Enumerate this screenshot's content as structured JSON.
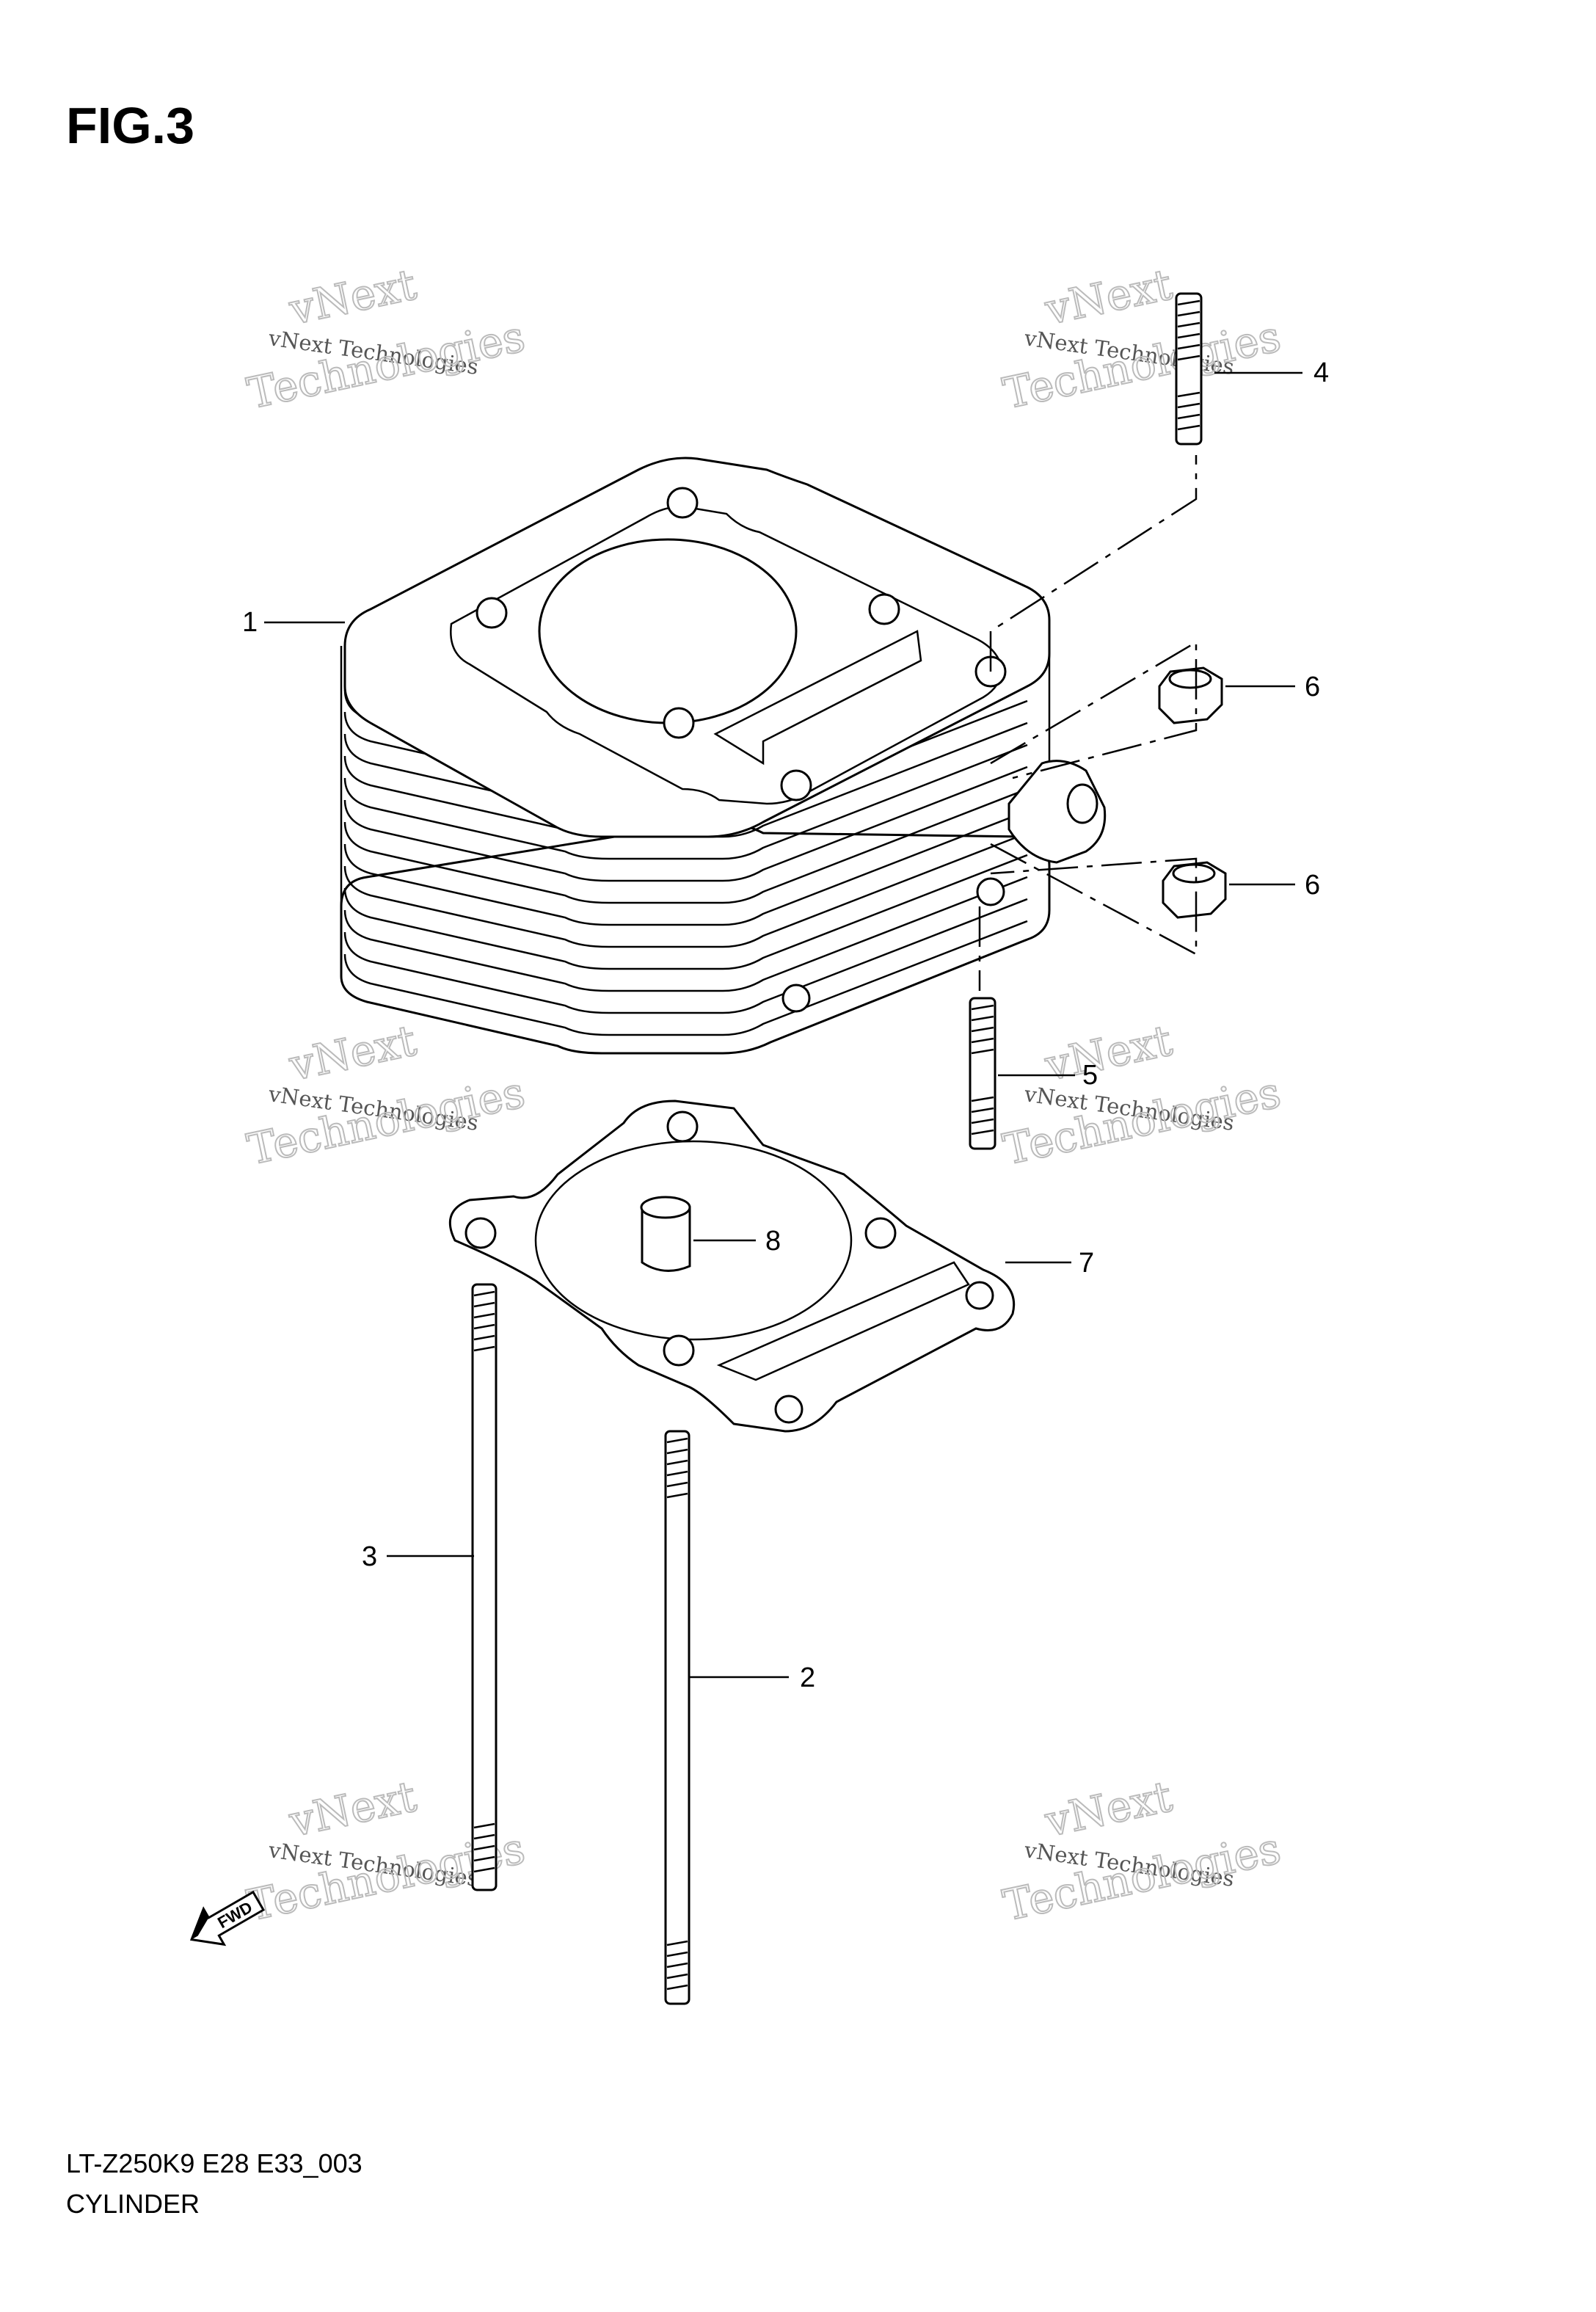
{
  "figure": {
    "title": "FIG.3",
    "model_code": "LT-Z250K9 E28 E33_003",
    "assembly_name": "CYLINDER"
  },
  "callouts": [
    {
      "number": "1",
      "part": "cylinder"
    },
    {
      "number": "2",
      "part": "long-stud-bolt"
    },
    {
      "number": "3",
      "part": "long-stud-bolt"
    },
    {
      "number": "4",
      "part": "upper-stud-bolt"
    },
    {
      "number": "5",
      "part": "lower-stud-bolt"
    },
    {
      "number": "6",
      "part": "nut"
    },
    {
      "number": "6",
      "part": "nut"
    },
    {
      "number": "7",
      "part": "cylinder-base-gasket"
    },
    {
      "number": "8",
      "part": "dowel-pin"
    }
  ],
  "direction_marker": "FWD",
  "watermark": {
    "line1": "vNext Technologies",
    "line2": "vNext",
    "line3": "Technologies"
  }
}
